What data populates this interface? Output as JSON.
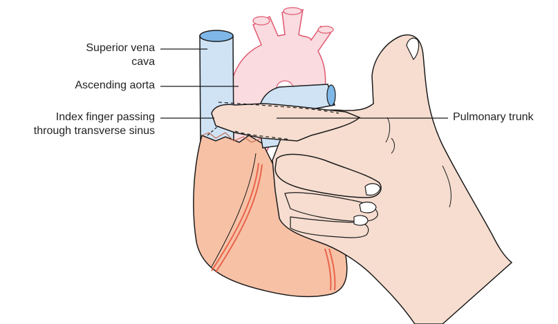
{
  "labels": {
    "superior_vena_cava": {
      "line1": "Superior vena",
      "line2": "cava"
    },
    "ascending_aorta": "Ascending aorta",
    "index_finger": {
      "line1": "Index finger passing",
      "line2": "through transverse sinus"
    },
    "pulmonary_trunk": "Pulmonary trunk"
  },
  "colors": {
    "vessel_blue": "#cfe3f5",
    "vessel_blue_top": "#7fb8e8",
    "aorta_pink": "#f9dbe0",
    "aorta_outline": "#e0566e",
    "heart_fill": "#f7c1a6",
    "heart_outline": "#c8694a",
    "hand_fill": "#f6ddd0",
    "outline": "#1a1a1a",
    "coronary": "#e8634a",
    "leader_line": "#1a1a1a"
  }
}
